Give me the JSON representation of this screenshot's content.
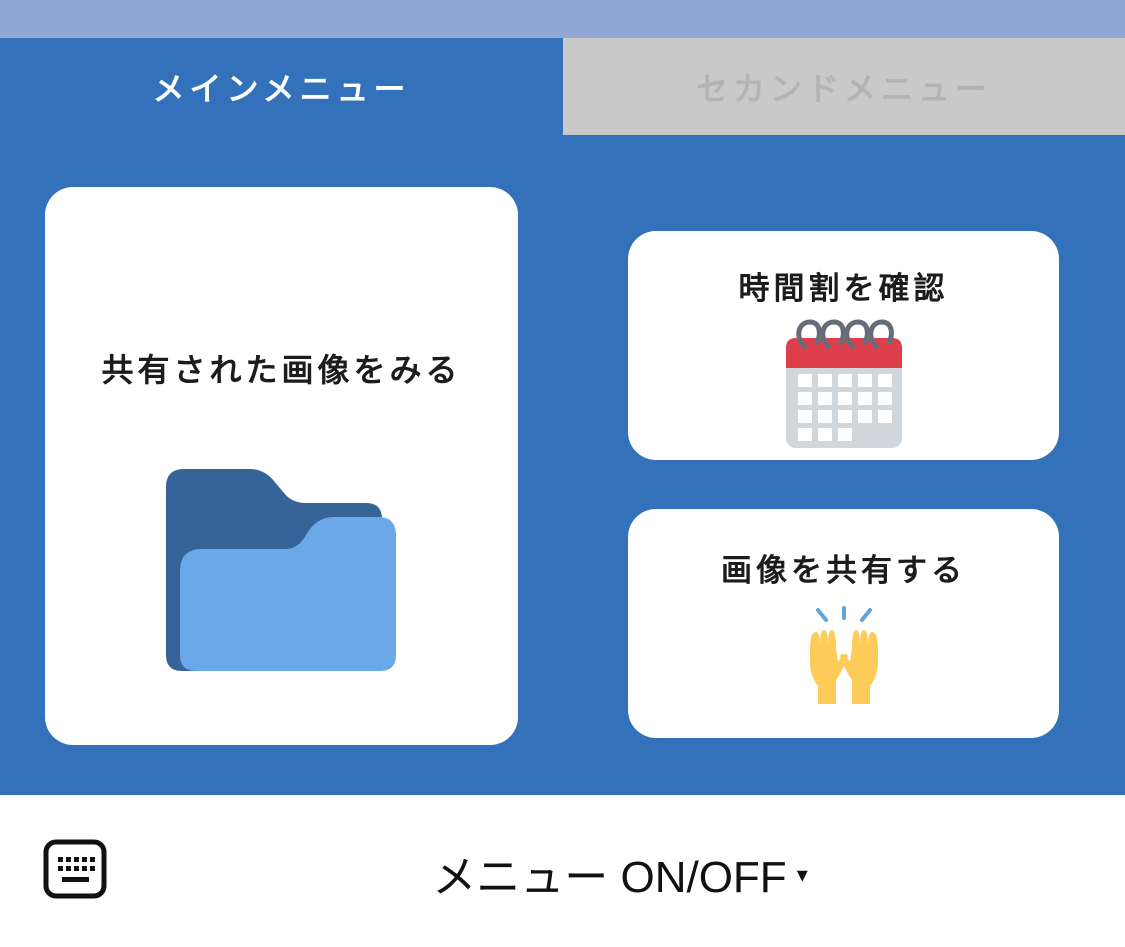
{
  "tabs": {
    "main": "メインメニュー",
    "second": "セカンドメニュー"
  },
  "cards": {
    "shared_images": {
      "label": "共有された画像をみる",
      "icon": "folder-icon"
    },
    "timetable": {
      "label": "時間割を確認",
      "icon": "calendar-icon"
    },
    "share_image": {
      "label": "画像を共有する",
      "icon": "raised-hands-icon"
    }
  },
  "footer": {
    "toggle_label": "メニュー ON/OFF",
    "caret": "▾",
    "keyboard_icon": "keyboard-icon"
  },
  "colors": {
    "menu_background": "#3372bb",
    "tab_inactive": "#c9c9c9",
    "top_bar": "#91a8d5",
    "card": "#ffffff"
  }
}
